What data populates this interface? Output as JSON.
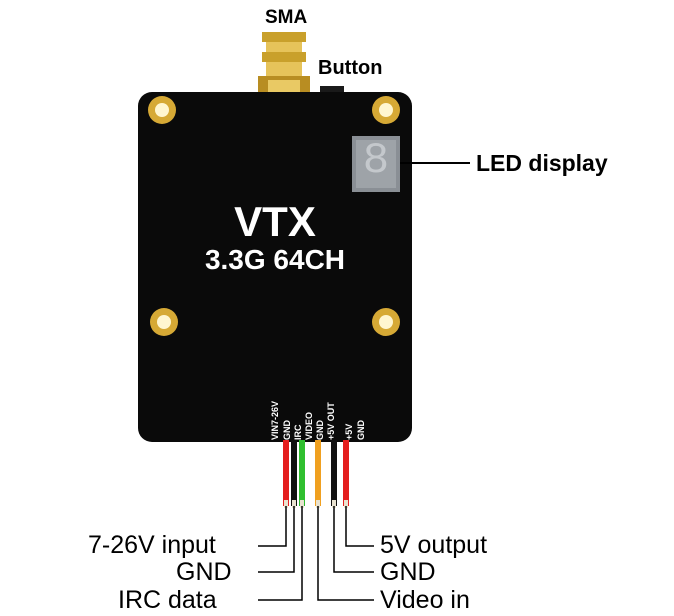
{
  "labels": {
    "sma": "SMA",
    "button": "Button",
    "led_display": "LED display"
  },
  "board": {
    "title": "VTX",
    "subtitle": "3.3G 64CH",
    "led_digit": "8",
    "body_color": "#0a0a0a",
    "hole_color": "#d6a935"
  },
  "pins": [
    "VIN7-26V",
    "GND",
    "IRC",
    "VIDEO",
    "GND",
    "+5V OUT",
    "+5V",
    "GND"
  ],
  "wires": {
    "colors": [
      "#e41e1e",
      "#111111",
      "#2fbf2f",
      "#f0a020",
      "#111111",
      "#e41e1e"
    ],
    "left_labels": [
      "7-26V input",
      "GND",
      "IRC  data"
    ],
    "right_labels": [
      "5V output",
      "GND",
      "Video in"
    ]
  }
}
